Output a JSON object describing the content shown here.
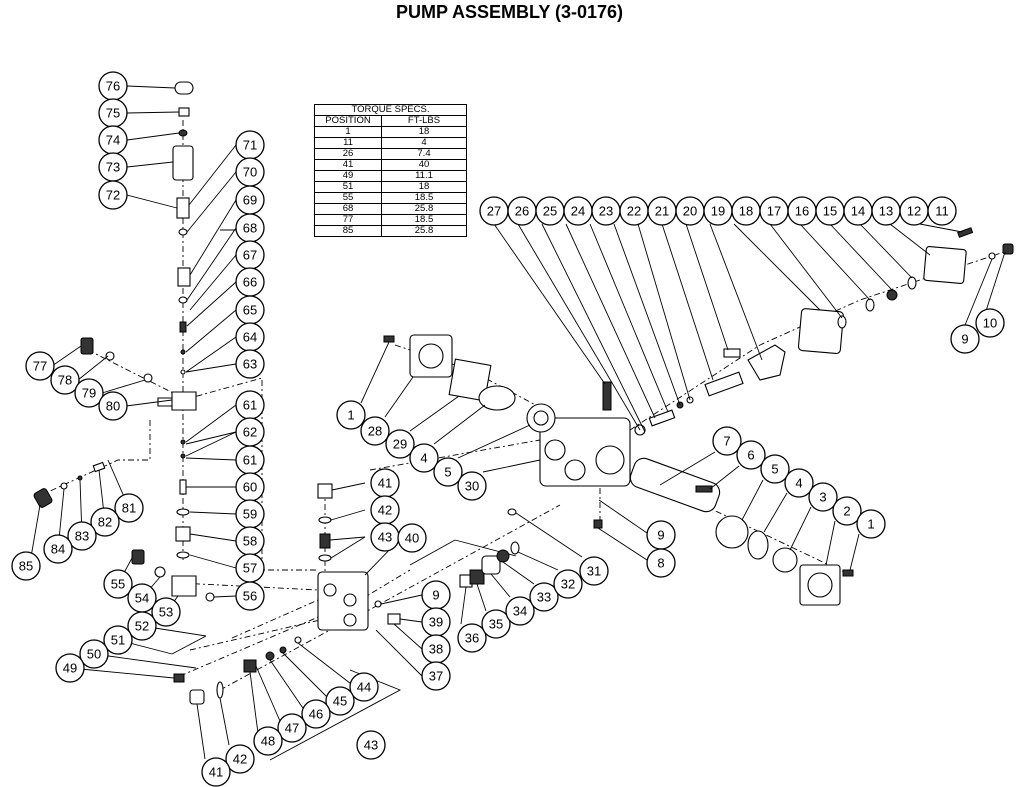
{
  "title": "PUMP ASSEMBLY (3-0176)",
  "torque_specs": {
    "caption": "TORQUE SPECS.",
    "col_position": "POSITION",
    "col_value": "FT-LBS",
    "rows": [
      {
        "position": "1",
        "value": "18"
      },
      {
        "position": "11",
        "value": "4"
      },
      {
        "position": "26",
        "value": "7.4"
      },
      {
        "position": "41",
        "value": "40"
      },
      {
        "position": "49",
        "value": "11.1"
      },
      {
        "position": "51",
        "value": "18"
      },
      {
        "position": "55",
        "value": "18.5"
      },
      {
        "position": "68",
        "value": "25.8"
      },
      {
        "position": "77",
        "value": "18.5"
      },
      {
        "position": "85",
        "value": "25.8"
      }
    ]
  },
  "callouts": [
    "76",
    "75",
    "74",
    "73",
    "72",
    "71",
    "70",
    "69",
    "68",
    "67",
    "66",
    "65",
    "64",
    "63",
    "77",
    "78",
    "79",
    "80",
    "61",
    "62",
    "61",
    "60",
    "59",
    "58",
    "57",
    "56",
    "81",
    "82",
    "83",
    "84",
    "85",
    "55",
    "54",
    "53",
    "52",
    "51",
    "50",
    "49",
    "41",
    "42",
    "43",
    "40",
    "9",
    "39",
    "38",
    "37",
    "44",
    "45",
    "46",
    "47",
    "48",
    "42",
    "41",
    "43",
    "36",
    "35",
    "34",
    "33",
    "32",
    "31",
    "9",
    "8",
    "1",
    "28",
    "29",
    "4",
    "5",
    "30",
    "7",
    "6",
    "5",
    "4",
    "3",
    "2",
    "1",
    "27",
    "26",
    "25",
    "24",
    "23",
    "22",
    "21",
    "20",
    "19",
    "18",
    "17",
    "16",
    "15",
    "14",
    "13",
    "12",
    "11",
    "10",
    "9"
  ]
}
